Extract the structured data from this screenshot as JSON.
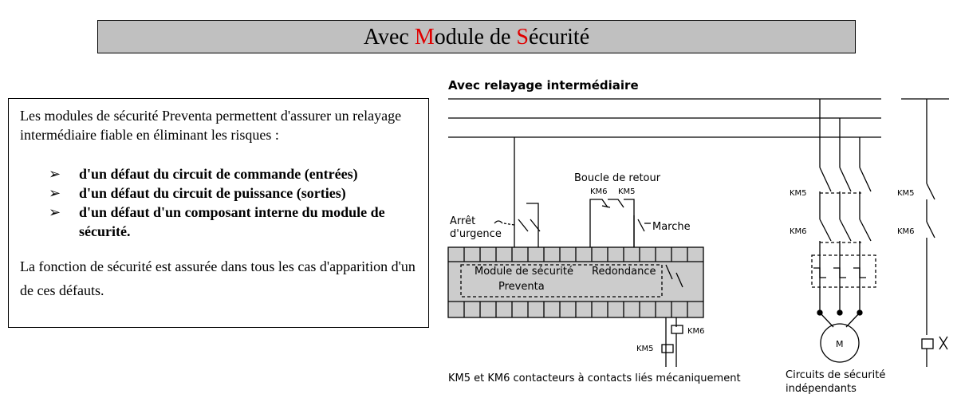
{
  "title": {
    "prefix": "Avec ",
    "m_letter": "M",
    "middle": "odule de ",
    "s_letter": "S",
    "suffix": "écurité",
    "accent_color": "#e00000"
  },
  "text_panel": {
    "intro": "Les modules de sécurité Preventa permettent d'assurer un relayage intermédiaire fiable en éliminant les risques :",
    "bullets": [
      "d'un défaut du circuit de commande (entrées)",
      "d'un défaut du circuit de puissance (sorties)",
      "d'un défaut d'un composant interne du module de sécurité."
    ],
    "bullet_glyph": "➢",
    "conclusion": "La fonction de sécurité  est assurée dans tous les cas d'apparition d'un de ces défauts."
  },
  "diagram": {
    "heading": "Avec relayage intermédiaire",
    "boucle": "Boucle de retour",
    "km6": "KM6",
    "km5": "KM5",
    "arret_1": "Arrêt",
    "arret_2": "d'urgence",
    "marche": "Marche",
    "module_1": "Module de sécurité",
    "module_2": "Preventa",
    "redondance": "Redondance",
    "motor": "M",
    "caption_left": "KM5 et KM6 contacteurs à contacts liés mécaniquement",
    "caption_right_1": "Circuits de sécurité",
    "caption_right_2": "indépendants"
  }
}
